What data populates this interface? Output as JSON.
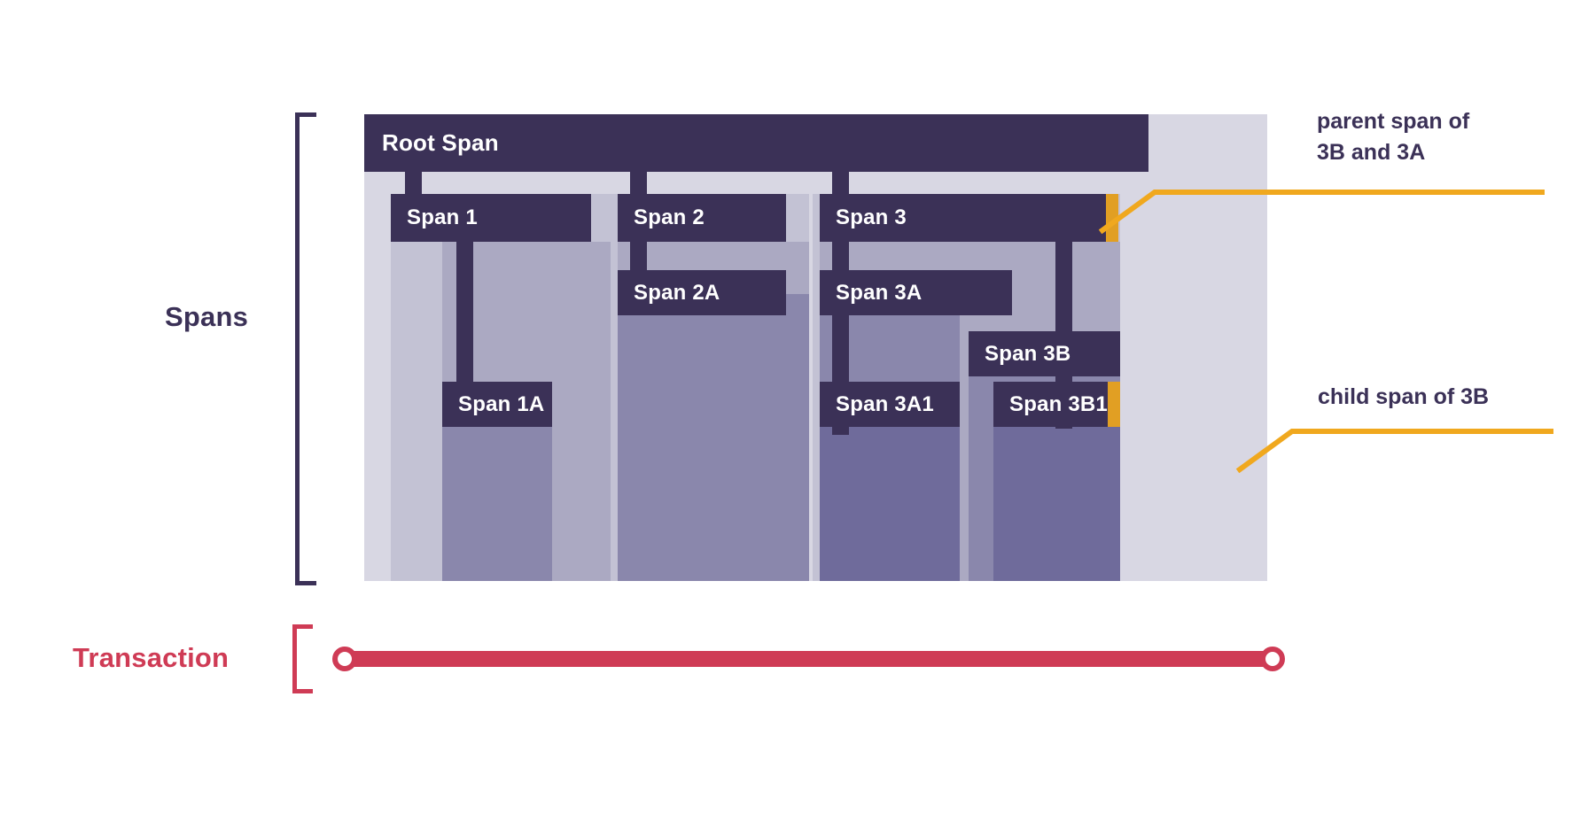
{
  "diagram": {
    "title": "Span / Transaction hierarchy diagram",
    "colors": {
      "span_fill": "#3B3157",
      "panel_bg": "#D8D7E3",
      "level1_bg": "#C3C2D4",
      "level2_bg": "#ABA9C2",
      "level3_bg": "#8A87AC",
      "level4_bg": "#6F6B9B",
      "marker": "#F0A81E",
      "transaction": "#CF3B55",
      "text_dark": "#3B3157",
      "text_light": "#FFFFFF"
    }
  },
  "labels": {
    "spans": "Spans",
    "transaction": "Transaction"
  },
  "spans": {
    "root": "Root Span",
    "span1": "Span 1",
    "span1a": "Span 1A",
    "span2": "Span 2",
    "span2a": "Span 2A",
    "span3": "Span 3",
    "span3a": "Span 3A",
    "span3a1": "Span 3A1",
    "span3b": "Span 3B",
    "span3b1": "Span 3B1"
  },
  "callouts": {
    "parent": "parent span of\n3B and 3A",
    "child": "child span of 3B"
  },
  "hierarchy": [
    {
      "name": "Root Span",
      "children": [
        {
          "name": "Span 1",
          "children": [
            {
              "name": "Span 1A",
              "children": []
            }
          ]
        },
        {
          "name": "Span 2",
          "children": [
            {
              "name": "Span 2A",
              "children": []
            }
          ]
        },
        {
          "name": "Span 3",
          "children": [
            {
              "name": "Span 3A",
              "children": [
                {
                  "name": "Span 3A1",
                  "children": []
                }
              ]
            },
            {
              "name": "Span 3B",
              "children": [
                {
                  "name": "Span 3B1",
                  "children": []
                }
              ]
            }
          ]
        }
      ]
    }
  ]
}
